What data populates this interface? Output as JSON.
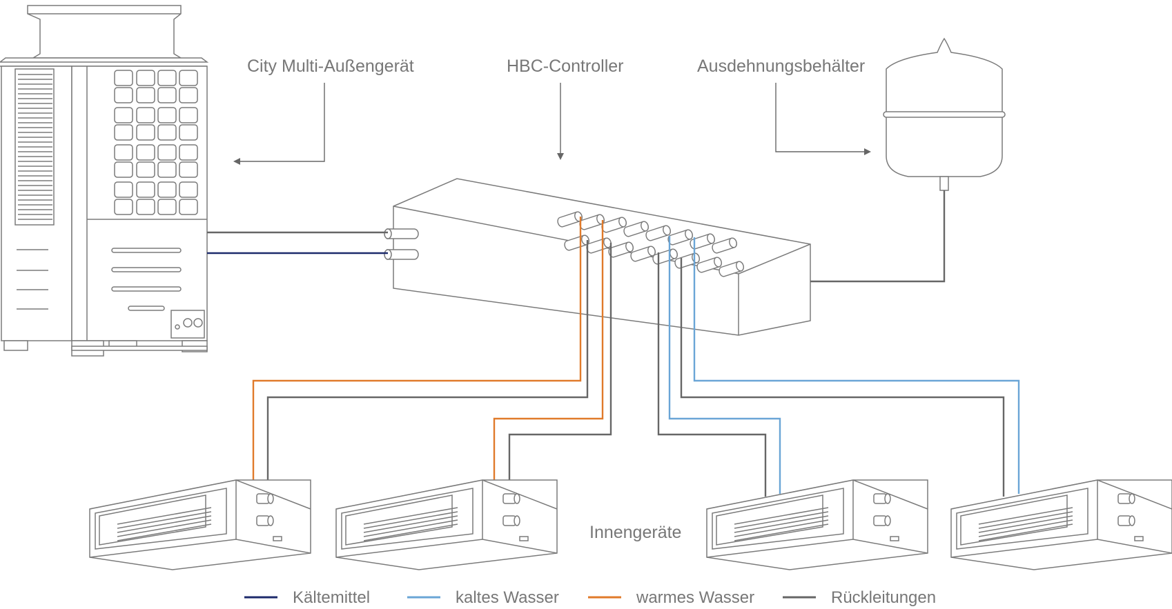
{
  "labels": {
    "outdoor_unit": "City Multi-Außengerät",
    "hbc_controller": "HBC-Controller",
    "expansion_tank": "Ausdehnungsbehälter",
    "indoor_units": "Innengeräte"
  },
  "legend": [
    {
      "label": "Kältemittel",
      "color": "#1c2a6b"
    },
    {
      "label": "kaltes Wasser",
      "color": "#6aa5d6"
    },
    {
      "label": "warmes Wasser",
      "color": "#e07a2a"
    },
    {
      "label": "Rückleitungen",
      "color": "#666666"
    }
  ],
  "colors": {
    "outline": "#7a7a7a",
    "refrigerant": "#1c2a6b",
    "cold_water": "#6aa5d6",
    "warm_water": "#e07a2a",
    "return": "#666666",
    "text": "#777777"
  }
}
